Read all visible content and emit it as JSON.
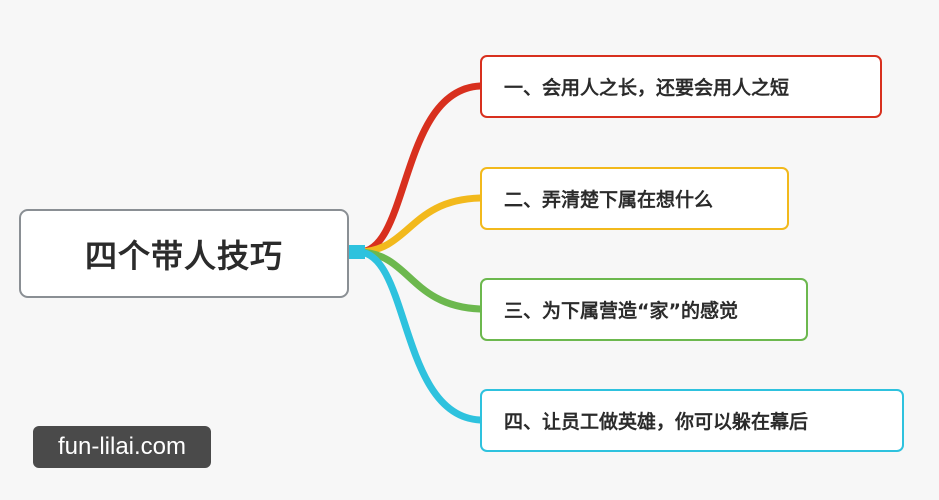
{
  "mindmap": {
    "root": {
      "label": "四个带人技巧"
    },
    "children": [
      {
        "label": "一、会用人之长，还要会用人之短",
        "color": "#d8301e"
      },
      {
        "label": "二、弄清楚下属在想什么",
        "color": "#f2b91c"
      },
      {
        "label": "三、为下属营造“家”的感觉",
        "color": "#6cb84e"
      },
      {
        "label": "四、让员工做英雄，你可以躲在幕后",
        "color": "#2ec2de"
      }
    ]
  },
  "watermark": {
    "text": "fun-lilai.com"
  }
}
